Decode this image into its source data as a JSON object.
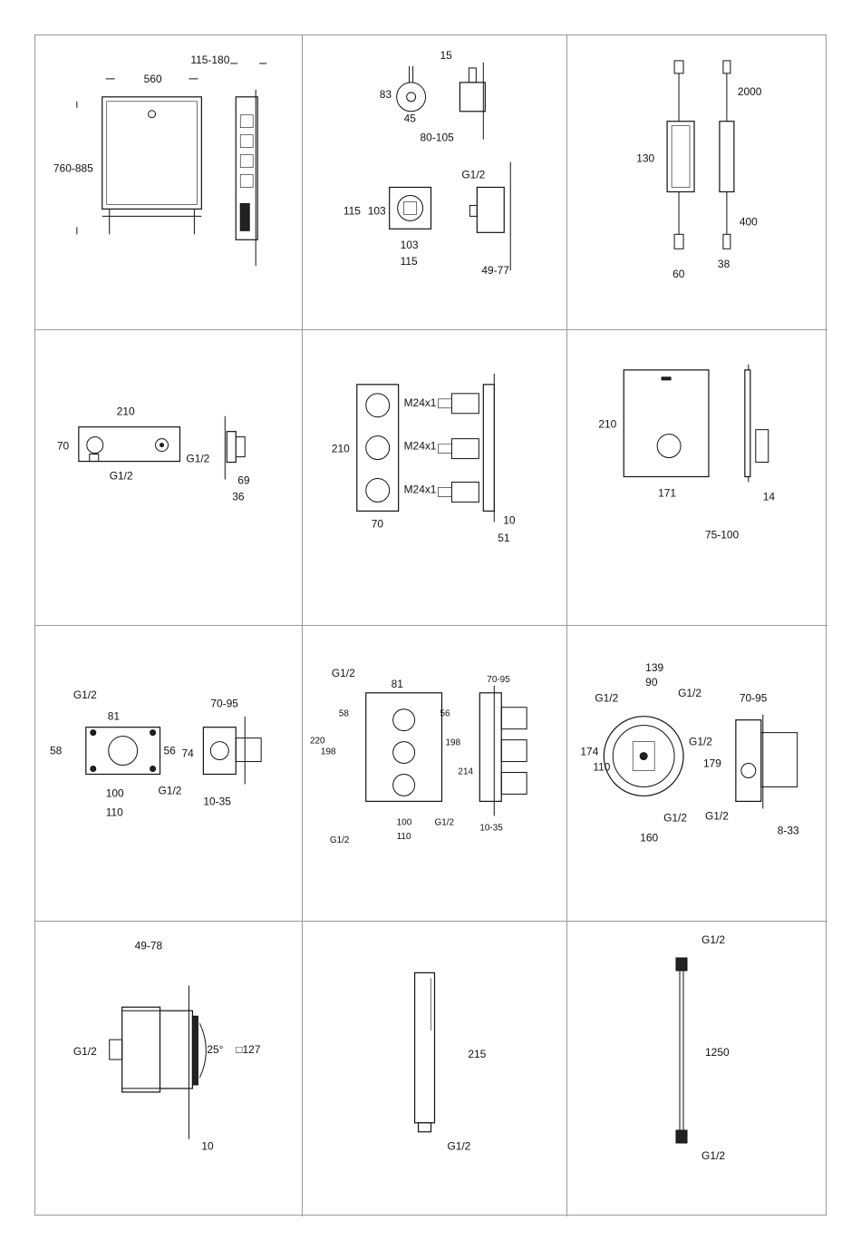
{
  "cells": [
    {
      "id": "c1",
      "labels": {
        "w": "560",
        "d": "115-180",
        "h": "760-885"
      }
    },
    {
      "id": "c2",
      "labels": {
        "a": "15",
        "b": "83",
        "c": "45",
        "d": "80-105",
        "e": "115",
        "f": "103",
        "g": "103",
        "h": "115",
        "i": "49-77",
        "g12": "G1/2"
      }
    },
    {
      "id": "c3",
      "labels": {
        "a": "2000",
        "b": "130",
        "c": "400",
        "d": "60",
        "e": "38"
      }
    },
    {
      "id": "c4",
      "labels": {
        "w": "210",
        "h": "70",
        "g12": "G1/2",
        "g12b": "G1/2",
        "d": "69",
        "e": "36"
      }
    },
    {
      "id": "c5",
      "labels": {
        "m1": "M24x1",
        "m2": "M24x1",
        "m3": "M24x1",
        "h": "210",
        "w": "70",
        "d": "10",
        "e": "51"
      }
    },
    {
      "id": "c6",
      "labels": {
        "h": "210",
        "w": "171",
        "d": "14",
        "e": "75-100"
      }
    },
    {
      "id": "c7",
      "labels": {
        "g12": "G1/2",
        "a": "81",
        "b": "58",
        "c": "56",
        "d": "74",
        "e": "100",
        "f": "G1/2",
        "g": "110",
        "h": "70-95",
        "i": "10-35"
      }
    },
    {
      "id": "c8",
      "labels": {
        "g12": "G1/2",
        "a": "81",
        "b": "58",
        "c": "56",
        "d": "220",
        "e": "198",
        "f": "198",
        "g": "214",
        "h": "100",
        "i": "G1/2",
        "j": "110",
        "k": "G1/2",
        "l": "70-95",
        "m": "10-35"
      }
    },
    {
      "id": "c9",
      "labels": {
        "a": "139",
        "b": "90",
        "c": "G1/2",
        "d": "G1/2",
        "e": "70-95",
        "f": "G1/2",
        "g": "174",
        "h": "110",
        "i": "179",
        "j": "G1/2",
        "k": "G1/2",
        "l": "160",
        "m": "8-33"
      }
    },
    {
      "id": "c10",
      "labels": {
        "a": "49-78",
        "b": "G1/2",
        "c": "25°",
        "d": "□127",
        "e": "10"
      }
    },
    {
      "id": "c11",
      "labels": {
        "a": "215",
        "b": "G1/2"
      }
    },
    {
      "id": "c12",
      "labels": {
        "a": "G1/2",
        "b": "1250",
        "c": "G1/2"
      }
    }
  ]
}
